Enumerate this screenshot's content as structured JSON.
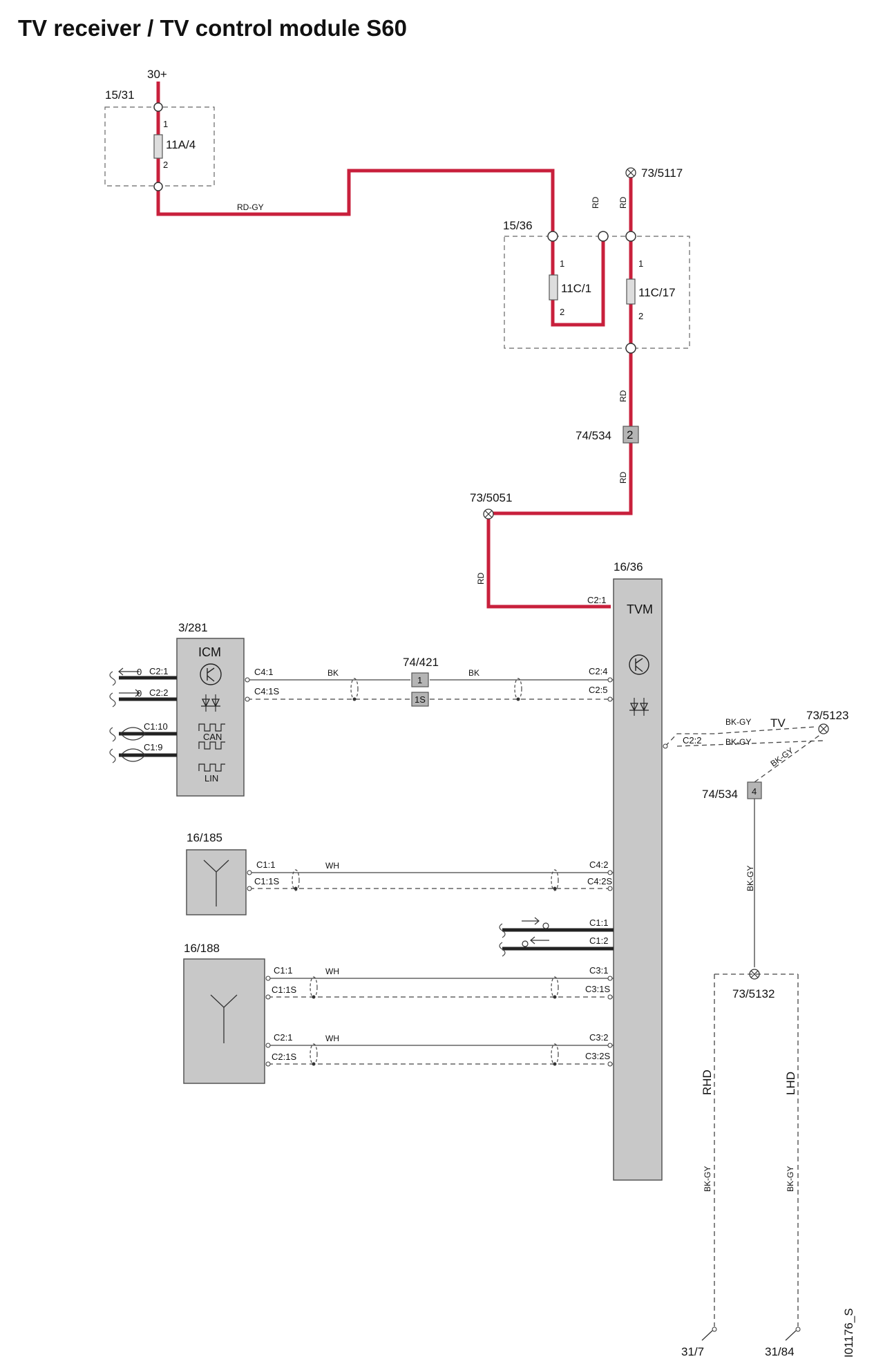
{
  "title": "TV receiver / TV control module S60",
  "drawing_id": "I01176_S",
  "supply": "30+",
  "fuse_boxes": [
    {
      "ref": "15/31",
      "fuse": "11A/4",
      "pin1": "1",
      "pin2": "2"
    },
    {
      "ref": "15/36",
      "fuse_a": "11C/1",
      "fuse_b": "11C/17",
      "pin1": "1",
      "pin2": "2"
    }
  ],
  "ground_points": {
    "g5117": "73/5117",
    "g5051": "73/5051",
    "g5123": "73/5123",
    "g5132": "73/5132",
    "g317": "31/7",
    "g3184": "31/84"
  },
  "connectors": {
    "c534_top": {
      "ref": "74/534",
      "pin": "2"
    },
    "c421": {
      "ref": "74/421",
      "pin_a": "1",
      "pin_b": "1S"
    },
    "c534_bottom": {
      "ref": "74/534",
      "pin": "4"
    }
  },
  "wire_colors": {
    "rd_gy": "RD-GY",
    "rd": "RD",
    "bk": "BK",
    "wh": "WH",
    "bk_gy": "BK-GY"
  },
  "modules": {
    "tvm": {
      "ref": "16/36",
      "name": "TVM",
      "pins": {
        "c21": "C2:1",
        "c24": "C2:4",
        "c25": "C2:5",
        "c22": "C2:2",
        "c42": "C4:2",
        "c42s": "C4:2S",
        "c11": "C1:1",
        "c12": "C1:2",
        "c31": "C3:1",
        "c31s": "C3:1S",
        "c32": "C3:2",
        "c32s": "C3:2S"
      }
    },
    "icm": {
      "ref": "3/281",
      "name": "ICM",
      "can": "CAN",
      "lin": "LIN",
      "zero": "0",
      "pins": {
        "c41": "C4:1",
        "c41s": "C4:1S",
        "c21": "C2:1",
        "c22": "C2:2",
        "c110": "C1:10",
        "c19": "C1:9"
      }
    },
    "ant185": {
      "ref": "16/185",
      "pins": {
        "c11": "C1:1",
        "c11s": "C1:1S"
      }
    },
    "ant188": {
      "ref": "16/188",
      "pins": {
        "c11": "C1:1",
        "c11s": "C1:1S",
        "c21": "C2:1",
        "c21s": "C2:1S"
      }
    }
  },
  "ground_labels": {
    "tv": "TV",
    "rhd": "RHD",
    "lhd": "LHD"
  },
  "colors": {
    "power": "#c8203c",
    "module_fill": "#c8c8c8",
    "wire": "#444444"
  }
}
